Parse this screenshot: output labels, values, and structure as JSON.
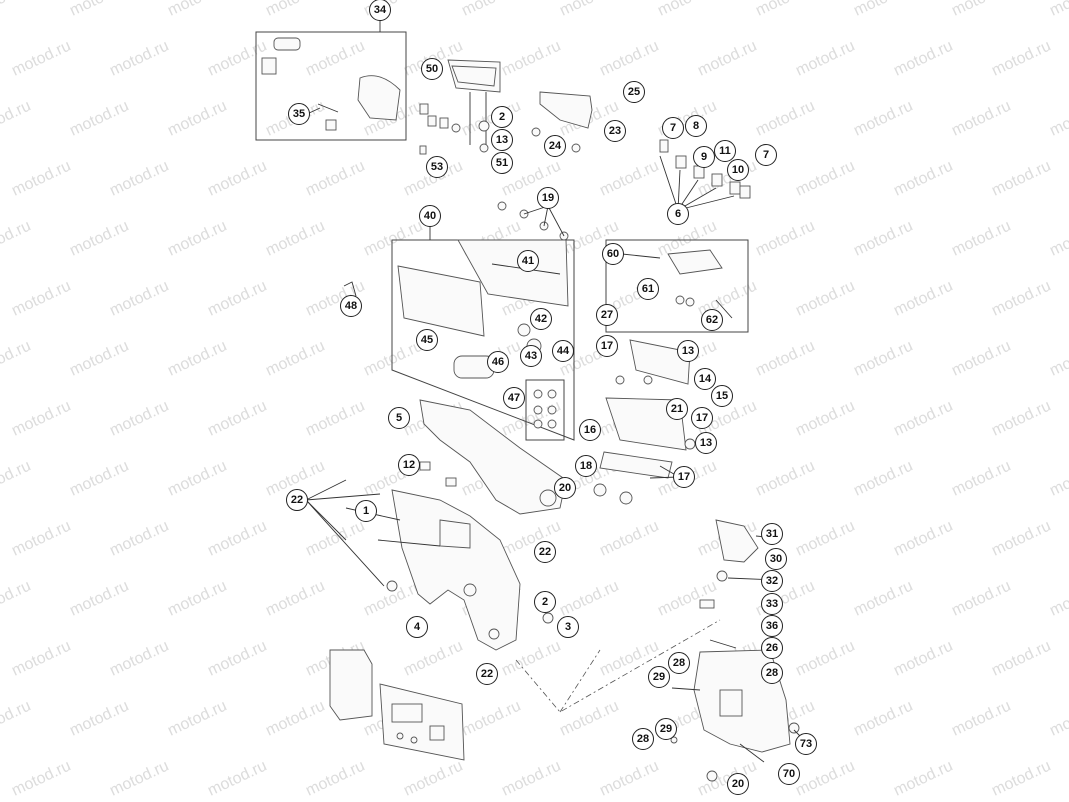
{
  "watermark": "motod.ru",
  "callouts": [
    "34",
    "35",
    "50",
    "2",
    "13",
    "51",
    "53",
    "25",
    "24",
    "23",
    "7",
    "8",
    "9",
    "11",
    "10",
    "7",
    "6",
    "19",
    "40",
    "41",
    "48",
    "42",
    "43",
    "44",
    "45",
    "46",
    "47",
    "60",
    "61",
    "62",
    "27",
    "17",
    "13",
    "14",
    "15",
    "21",
    "17",
    "16",
    "13",
    "18",
    "17",
    "20",
    "5",
    "12",
    "22",
    "1",
    "22",
    "2",
    "3",
    "4",
    "22",
    "31",
    "30",
    "32",
    "33",
    "36",
    "26",
    "28",
    "29",
    "28",
    "29",
    "28",
    "73",
    "70",
    "20"
  ]
}
